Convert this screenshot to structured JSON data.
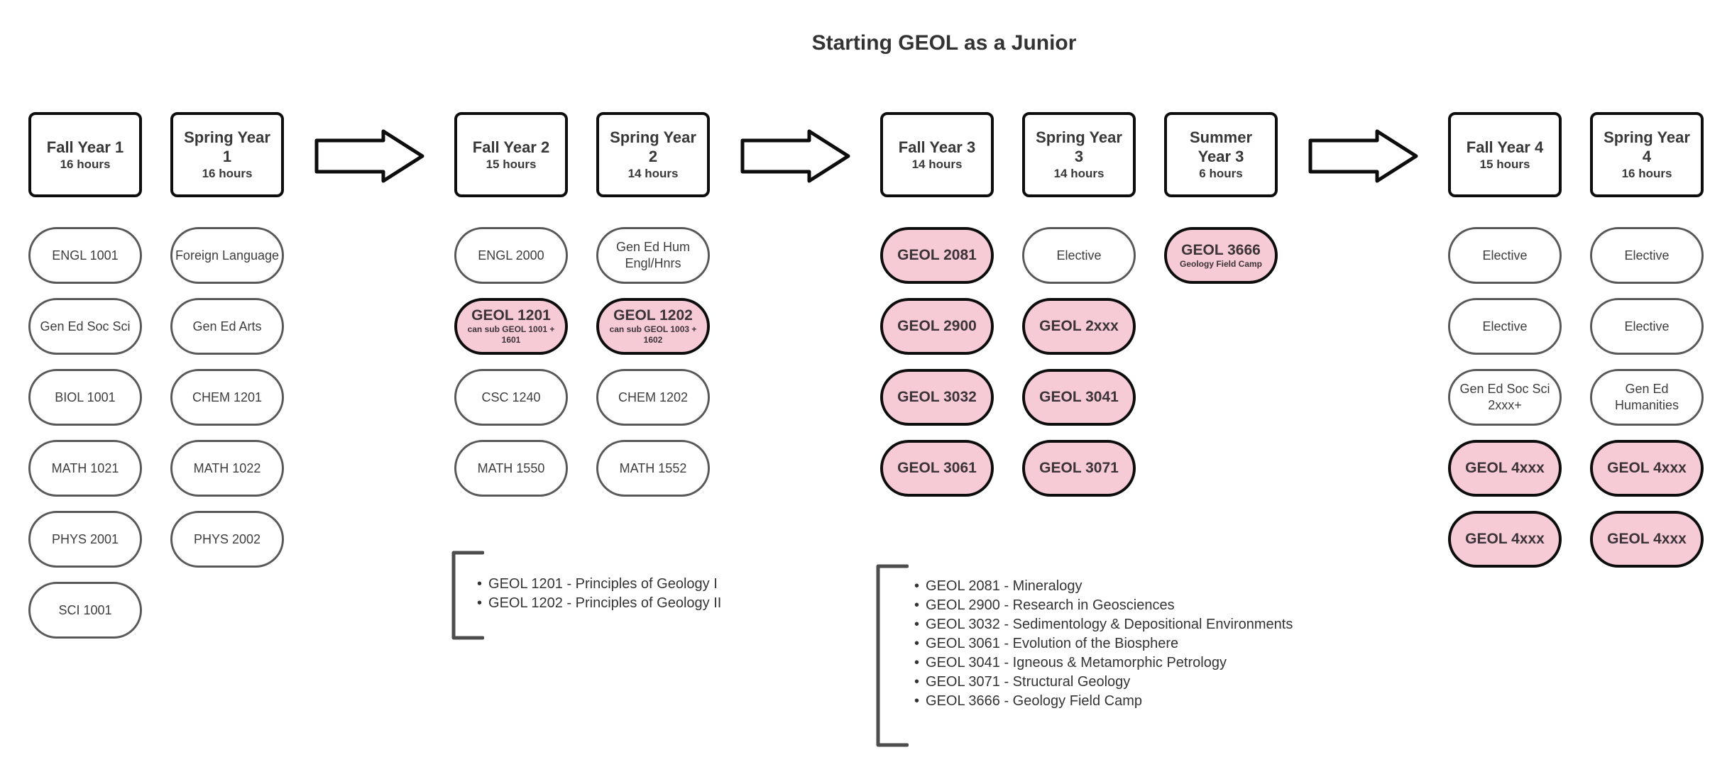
{
  "title": "Starting GEOL as a Junior",
  "colors": {
    "highlight_pink": "#f7cbd6",
    "dark_border": "#0d0d0d",
    "gray_border": "#595959",
    "text": "#383838"
  },
  "semesters": [
    {
      "name": "Fall Year 1",
      "hours": "16 hours",
      "courses": [
        {
          "label": "ENGL 1001"
        },
        {
          "label": "Gen Ed Soc Sci"
        },
        {
          "label": "BIOL 1001"
        },
        {
          "label": "MATH 1021"
        },
        {
          "label": "PHYS 2001"
        },
        {
          "label": "SCI 1001"
        }
      ]
    },
    {
      "name": "Spring Year 1",
      "hours": "16 hours",
      "courses": [
        {
          "label": "Foreign Language"
        },
        {
          "label": "Gen Ed Arts"
        },
        {
          "label": "CHEM 1201"
        },
        {
          "label": "MATH 1022"
        },
        {
          "label": "PHYS 2002"
        }
      ]
    },
    {
      "name": "Fall Year 2",
      "hours": "15 hours",
      "courses": [
        {
          "label": "ENGL 2000"
        },
        {
          "label": "GEOL 1201",
          "sub": "can sub GEOL 1001 + 1601",
          "highlight": true
        },
        {
          "label": "CSC 1240"
        },
        {
          "label": "MATH 1550"
        }
      ]
    },
    {
      "name": "Spring Year 2",
      "hours": "14 hours",
      "courses": [
        {
          "label": "Gen Ed Hum Engl/Hnrs"
        },
        {
          "label": "GEOL 1202",
          "sub": "can sub GEOL 1003 + 1602",
          "highlight": true
        },
        {
          "label": "CHEM 1202"
        },
        {
          "label": "MATH 1552"
        }
      ]
    },
    {
      "name": "Fall Year 3",
      "hours": "14 hours",
      "courses": [
        {
          "label": "GEOL 2081",
          "highlight": true
        },
        {
          "label": "GEOL 2900",
          "highlight": true
        },
        {
          "label": "GEOL 3032",
          "highlight": true
        },
        {
          "label": "GEOL 3061",
          "highlight": true
        }
      ]
    },
    {
      "name": "Spring Year 3",
      "hours": "14 hours",
      "courses": [
        {
          "label": "Elective"
        },
        {
          "label": "GEOL 2xxx",
          "highlight": true
        },
        {
          "label": "GEOL 3041",
          "highlight": true
        },
        {
          "label": "GEOL 3071",
          "highlight": true
        }
      ]
    },
    {
      "name": "Summer Year 3",
      "hours": "6 hours",
      "courses": [
        {
          "label": "GEOL 3666",
          "sub": "Geology Field Camp",
          "highlight": true
        }
      ]
    },
    {
      "name": "Fall Year 4",
      "hours": "15 hours",
      "courses": [
        {
          "label": "Elective"
        },
        {
          "label": "Elective"
        },
        {
          "label": "Gen Ed Soc Sci 2xxx+"
        },
        {
          "label": "GEOL 4xxx",
          "highlight": true
        },
        {
          "label": "GEOL 4xxx",
          "highlight": true
        }
      ]
    },
    {
      "name": "Spring Year 4",
      "hours": "16 hours",
      "courses": [
        {
          "label": "Elective"
        },
        {
          "label": "Elective"
        },
        {
          "label": "Gen Ed Humanities"
        },
        {
          "label": "GEOL 4xxx",
          "highlight": true
        },
        {
          "label": "GEOL 4xxx",
          "highlight": true
        }
      ]
    }
  ],
  "legends": [
    {
      "items": [
        "GEOL 1201 - Principles of Geology I",
        "GEOL 1202 - Principles of Geology II"
      ]
    },
    {
      "items": [
        "GEOL 2081 - Mineralogy",
        "GEOL 2900 - Research in Geosciences",
        "GEOL 3032 - Sedimentology & Depositional Environments",
        "GEOL 3061 - Evolution of the Biosphere",
        "GEOL 3041 - Igneous & Metamorphic Petrology",
        "GEOL 3071 - Structural Geology",
        "GEOL 3666 - Geology Field Camp"
      ]
    }
  ]
}
